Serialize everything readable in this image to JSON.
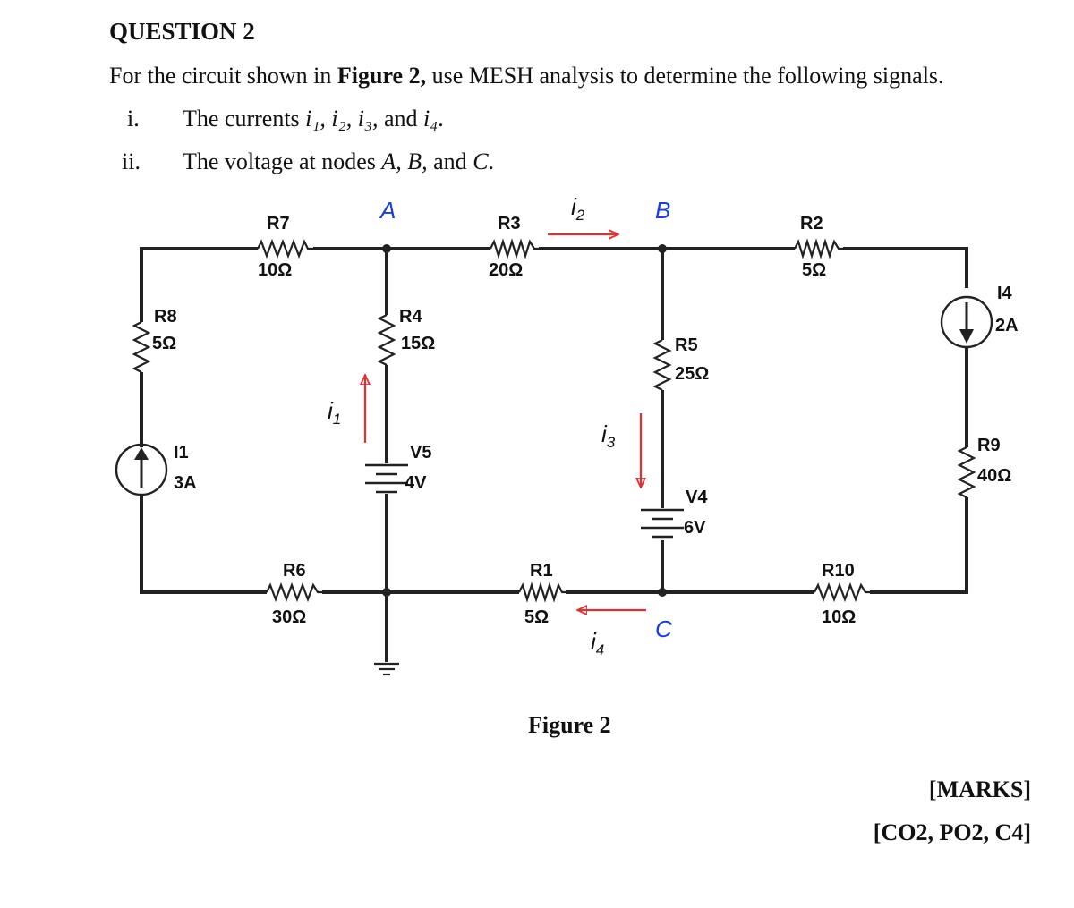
{
  "question": {
    "title": "QUESTION 2",
    "prompt_pre": "For the circuit shown in ",
    "prompt_bold": "Figure 2,",
    "prompt_post": " use MESH analysis to determine the following signals.",
    "items": [
      {
        "num": "i.",
        "pre": "The currents ",
        "math": "i₁, i₂, i₃,",
        "mid": " and ",
        "math2": "i₄",
        "post": "."
      },
      {
        "num": "ii.",
        "pre": "The voltage at nodes ",
        "math": "A, B,",
        "mid": " and ",
        "math2": "C",
        "post": "."
      }
    ]
  },
  "circuit": {
    "nodes": {
      "A": "A",
      "B": "B",
      "C": "C"
    },
    "components": {
      "R7": {
        "name": "R7",
        "value": "10Ω"
      },
      "R3": {
        "name": "R3",
        "value": "20Ω"
      },
      "R2": {
        "name": "R2",
        "value": "5Ω"
      },
      "R8": {
        "name": "R8",
        "value": "5Ω"
      },
      "R4": {
        "name": "R4",
        "value": "15Ω"
      },
      "R5": {
        "name": "R5",
        "value": "25Ω"
      },
      "R9": {
        "name": "R9",
        "value": "40Ω"
      },
      "R6": {
        "name": "R6",
        "value": "30Ω"
      },
      "R1": {
        "name": "R1",
        "value": "5Ω"
      },
      "R10": {
        "name": "R10",
        "value": "10Ω"
      },
      "I1": {
        "name": "I1",
        "value": "3A"
      },
      "I4": {
        "name": "I4",
        "value": "2A"
      },
      "V5": {
        "name": "V5",
        "value": "4V"
      },
      "V4": {
        "name": "V4",
        "value": "6V"
      }
    },
    "currents": {
      "i1": "i",
      "i1_sub": "1",
      "i2": "i",
      "i2_sub": "2",
      "i3": "i",
      "i3_sub": "3",
      "i4": "i",
      "i4_sub": "4"
    },
    "colors": {
      "wire": "#222222",
      "node_label": "#1a3fd6",
      "current_arrow": "#e23030"
    }
  },
  "figure_caption": "Figure 2",
  "marks": "[MARKS]",
  "outcomes": "[CO2, PO2, C4]"
}
